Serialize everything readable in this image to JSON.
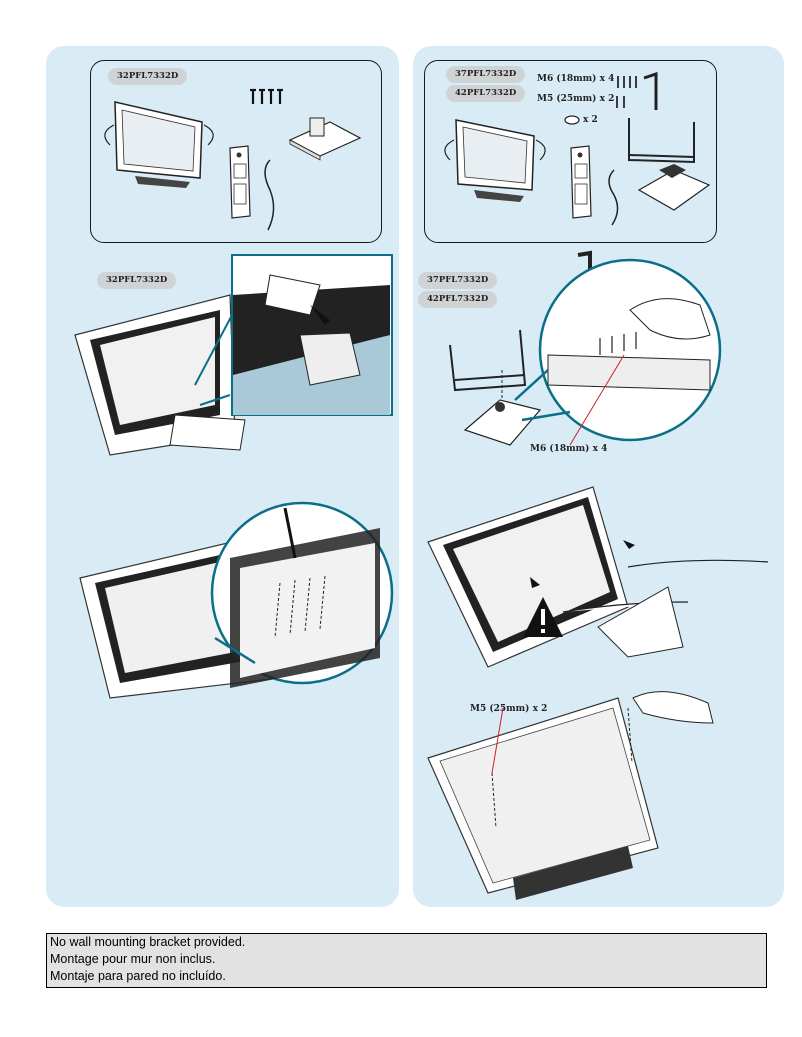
{
  "models": {
    "m32": "32PFL7332D",
    "m37": "37PFL7332D",
    "m42": "42PFL7332D"
  },
  "screws": {
    "m6": "M6 (18mm) x 4",
    "m5": "M5 (25mm) x 2",
    "washer": "x 2"
  },
  "note": {
    "line1": "No wall mounting bracket provided.",
    "line2": "Montage pour mur non inclus.",
    "line3": "Montaje para pared no incluído."
  },
  "icons": {
    "warning": "warning-triangle-icon"
  }
}
